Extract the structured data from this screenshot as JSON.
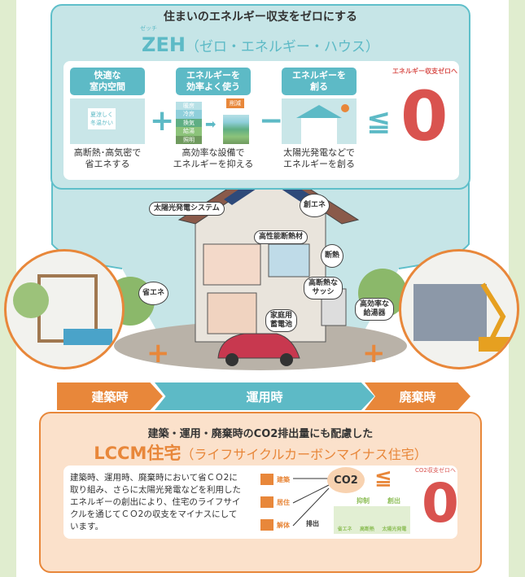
{
  "zeh": {
    "subtitle": "住まいのエネルギー収支をゼロにする",
    "ruby": "ゼッチ",
    "title": "ZEH",
    "title_paren": "（ゼロ・エネルギー・ハウス）",
    "steps": [
      {
        "header": "快適な\n室内空間",
        "caption": "高断熱･高気密で\n省エネする",
        "picture_text": "夏涼しく\n冬温かい"
      },
      {
        "header": "エネルギーを\n効率よく使う",
        "caption": "高効率な設備で\nエネルギーを抑える",
        "badge": "削減",
        "bars": [
          "暖房",
          "冷房",
          "換気",
          "給湯",
          "照明"
        ]
      },
      {
        "header": "エネルギーを\n創る",
        "caption": "太陽光発電などで\nエネルギーを創る"
      }
    ],
    "plus": "+",
    "minus": "−",
    "leq": "≦",
    "zero_note": "エネルギー収支ゼロへ",
    "zero": "0"
  },
  "house_labels": {
    "solar": "太陽光発電システム",
    "create": "創エネ",
    "insulation_material": "高性能断熱材",
    "insulation": "断熱",
    "save": "省エネ",
    "sash": "高断熱な\nサッシ",
    "battery": "家庭用\n蓄電池",
    "water_heater": "高効率な\n給湯器"
  },
  "phases": [
    "建築時",
    "運用時",
    "廃棄時"
  ],
  "lccm": {
    "subtitle": "建築・運用・廃棄時のCO2排出量にも配慮した",
    "title": "LCCM住宅",
    "title_paren": "（ライフサイクルカーボンマイナス住宅）",
    "body": "建築時、運用時、廃棄時において省ＣＯ2に取り組み、さらに太陽光発電などを利用したエネルギーの創出により、住宅のライフサイクルを通じてＣＯ2の収支をマイナスにしています。",
    "sources": [
      "建築",
      "居住",
      "解体"
    ],
    "emit": "排出",
    "co2": "CO2",
    "leq": "≦",
    "suppress": "抑制",
    "create": "創出",
    "measures": [
      "省エネ",
      "高断熱",
      "太陽光発電"
    ],
    "zero_note": "CO2収支ゼロへ",
    "zero": "0"
  },
  "colors": {
    "teal": "#5dbac6",
    "orange": "#e8873a",
    "red": "#d9534f",
    "green_bg": "#e0edcf"
  }
}
